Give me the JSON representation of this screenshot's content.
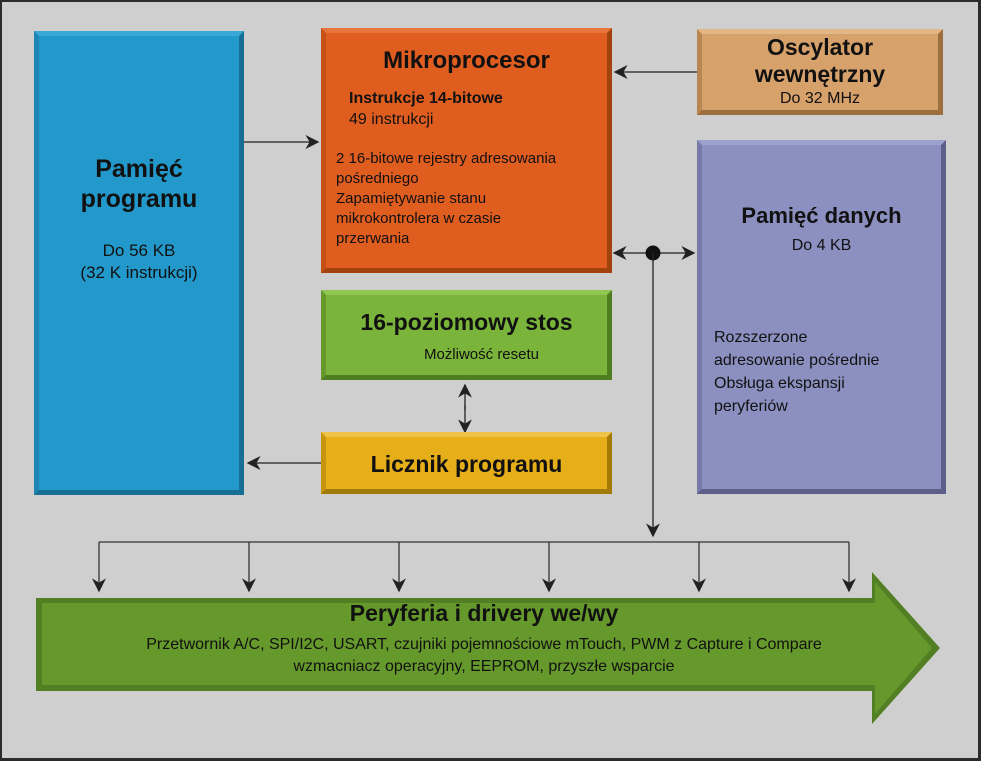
{
  "diagram": {
    "title": "Block diagram of microcontroller architecture",
    "colors": {
      "background": "#cfcfcf",
      "frame": "#2c2c2c",
      "program_memory": "#2399cb",
      "microprocessor": "#e05d20",
      "oscillator": "#d6a16b",
      "data_memory": "#8b90c0",
      "stack": "#7ab43a",
      "program_counter": "#e6ae18",
      "peripherals": "#66992c",
      "wire": "#222222"
    }
  },
  "program_memory": {
    "title": "Pamięć programu",
    "size": "Do 56 KB",
    "instructions": "(32 K instrukcji)"
  },
  "microprocessor": {
    "title": "Mikroprocesor",
    "instr_width": "Instrukcje 14-bitowe",
    "instr_count": "49 instrukcji",
    "features": "2 16-bitowe rejestry adresowania\npośredniego\nZapamiętywanie stanu\nmikrokontrolera w czasie\nprzerwania"
  },
  "oscillator": {
    "title": "Oscylator\nwewnętrzny",
    "freq": "Do 32 MHz"
  },
  "data_memory": {
    "title": "Pamięć danych",
    "size": "Do 4 KB",
    "features": "Rozszerzone\nadresowanie pośrednie\nObsługa ekspansji\nperyferiów"
  },
  "stack": {
    "title": "16-poziomowy stos",
    "sub": "Możliwość resetu"
  },
  "program_counter": {
    "title": "Licznik programu"
  },
  "peripherals": {
    "title": "Peryferia i drivery we/wy",
    "line1": "Przetwornik A/C, SPI/I2C, USART, czujniki pojemnościowe mTouch, PWM z Capture i Compare",
    "line2": "wzmacniacz operacyjny, EEPROM, przyszłe wsparcie"
  },
  "connections": [
    {
      "from": "program_memory",
      "to": "microprocessor",
      "type": "arrow"
    },
    {
      "from": "oscillator",
      "to": "microprocessor",
      "type": "arrow"
    },
    {
      "from": "bus_node",
      "to": "microprocessor",
      "type": "arrow"
    },
    {
      "from": "bus_node",
      "to": "data_memory",
      "type": "arrow"
    },
    {
      "from": "stack",
      "to": "program_counter",
      "type": "bidirectional"
    },
    {
      "from": "program_counter",
      "to": "program_memory",
      "type": "arrow"
    },
    {
      "from": "bus_node",
      "to": "peripherals",
      "type": "arrow",
      "branches": 6
    }
  ]
}
